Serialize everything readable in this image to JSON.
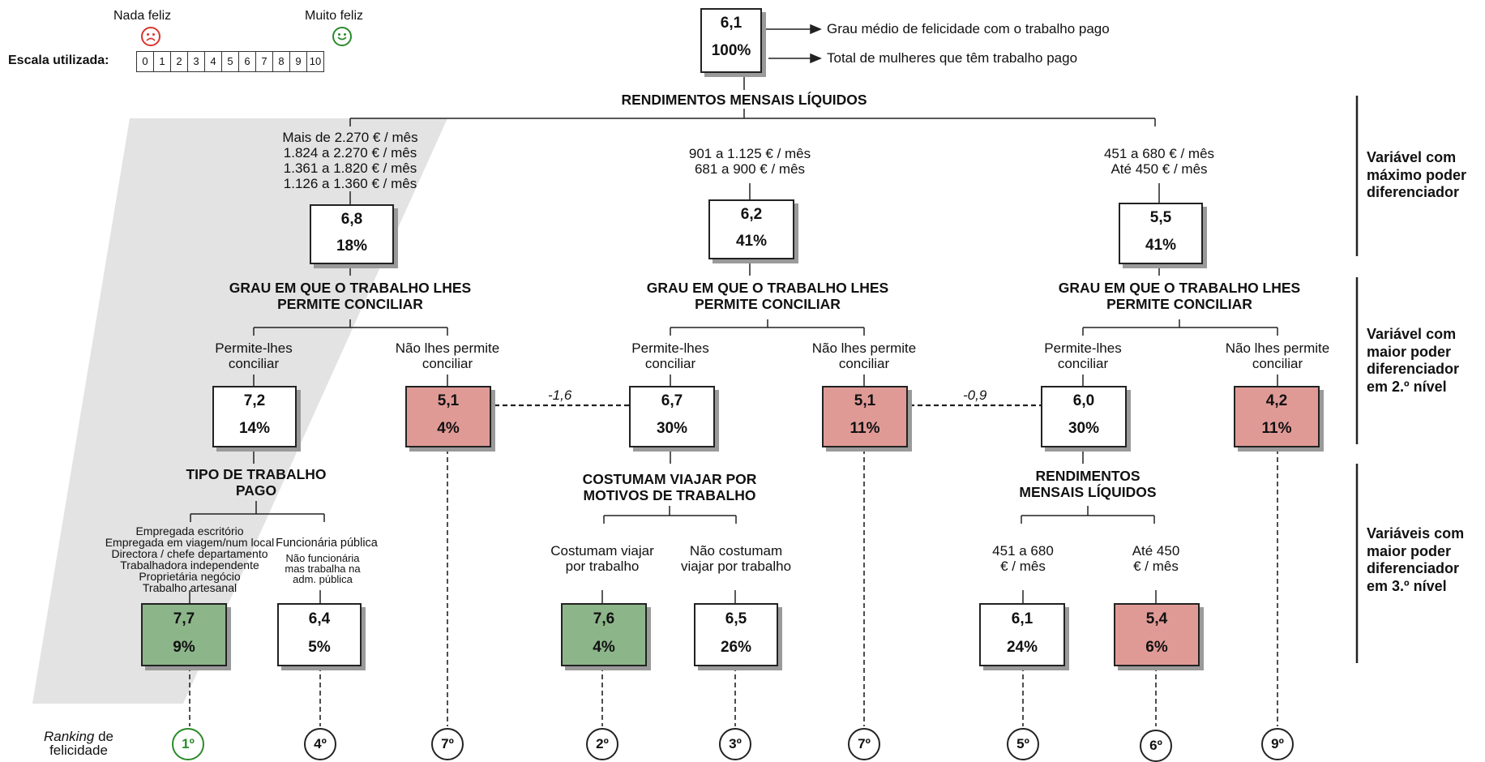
{
  "scale": {
    "label": "Escala utilizada:",
    "low_label": "Nada feliz",
    "high_label": "Muito feliz",
    "values": [
      "0",
      "1",
      "2",
      "3",
      "4",
      "5",
      "6",
      "7",
      "8",
      "9",
      "10"
    ],
    "low_icon": "sad-face-icon",
    "high_icon": "happy-face-icon",
    "low_color": "#d9342b",
    "high_color": "#2a8a2a"
  },
  "legend": {
    "mean_label": "Grau médio de felicidade com o trabalho pago",
    "total_label": "Total de mulheres que têm trabalho pago"
  },
  "colors": {
    "red_box": "#e09a96",
    "green_box": "#8db58a",
    "shadow": "#9a9a9a"
  },
  "root": {
    "value": "6,1",
    "pct": "100%"
  },
  "level1": {
    "title": "RENDIMENTOS MENSAIS LÍQUIDOS",
    "side_label": "Variável com\nmáximo poder\ndiferenciador",
    "groups": [
      {
        "label": "Mais de 2.270 € / mês\n1.824 a 2.270 € / mês\n1.361 a 1.820 € / mês\n1.126 a 1.360 € / mês",
        "value": "6,8",
        "pct": "18%"
      },
      {
        "label": "901 a 1.125 € / mês\n681 a 900 € / mês",
        "value": "6,2",
        "pct": "41%"
      },
      {
        "label": "451 a 680 € / mês\nAté 450 € / mês",
        "value": "5,5",
        "pct": "41%"
      }
    ]
  },
  "level2": {
    "title": "GRAU EM QUE O TRABALHO LHES\nPERMITE CONCILIAR",
    "side_label": "Variável com\nmaior poder\ndiferenciador\nem 2.º nível",
    "yes_label": "Permite-lhes\nconciliar",
    "no_label": "Não lhes permite\nconciliar",
    "boxes": [
      {
        "value": "7,2",
        "pct": "14%"
      },
      {
        "value": "5,1",
        "pct": "4%"
      },
      {
        "value": "6,7",
        "pct": "30%"
      },
      {
        "value": "5,1",
        "pct": "11%"
      },
      {
        "value": "6,0",
        "pct": "30%"
      },
      {
        "value": "4,2",
        "pct": "11%"
      }
    ],
    "diffs": [
      "-1,6",
      "-0,9"
    ]
  },
  "level3": {
    "side_label": "Variáveis com\nmaior poder\ndiferenciador\nem 3.º nível",
    "titles": [
      "TIPO DE TRABALHO\nPAGO",
      "COSTUMAM VIAJAR POR\nMOTIVOS DE TRABALHO",
      "RENDIMENTOS\nMENSAIS LÍQUIDOS"
    ],
    "leaves": [
      {
        "label": "Empregada escritório\nEmpregada em viagem/num local\nDirectora / chefe departamento\nTrabalhadora independente\nProprietária negócio\nTrabalho artesanal",
        "value": "7,7",
        "pct": "9%"
      },
      {
        "label_top": "Funcionária pública",
        "label": "Não funcionária\nmas trabalha na\nadm. pública",
        "value": "6,4",
        "pct": "5%"
      },
      {
        "label": "Costumam viajar\npor trabalho",
        "value": "7,6",
        "pct": "4%"
      },
      {
        "label": "Não costumam\nviajar por trabalho",
        "value": "6,5",
        "pct": "26%"
      },
      {
        "label": "451 a 680\n€ / mês",
        "value": "6,1",
        "pct": "24%"
      },
      {
        "label": "Até 450\n€ / mês",
        "value": "5,4",
        "pct": "6%"
      }
    ]
  },
  "ranking": {
    "label_em": "Ranking",
    "label_rest": " de\nfelicidade",
    "values": [
      "1º",
      "4º",
      "7º",
      "2º",
      "3º",
      "7º",
      "5º",
      "6º",
      "9º"
    ]
  }
}
